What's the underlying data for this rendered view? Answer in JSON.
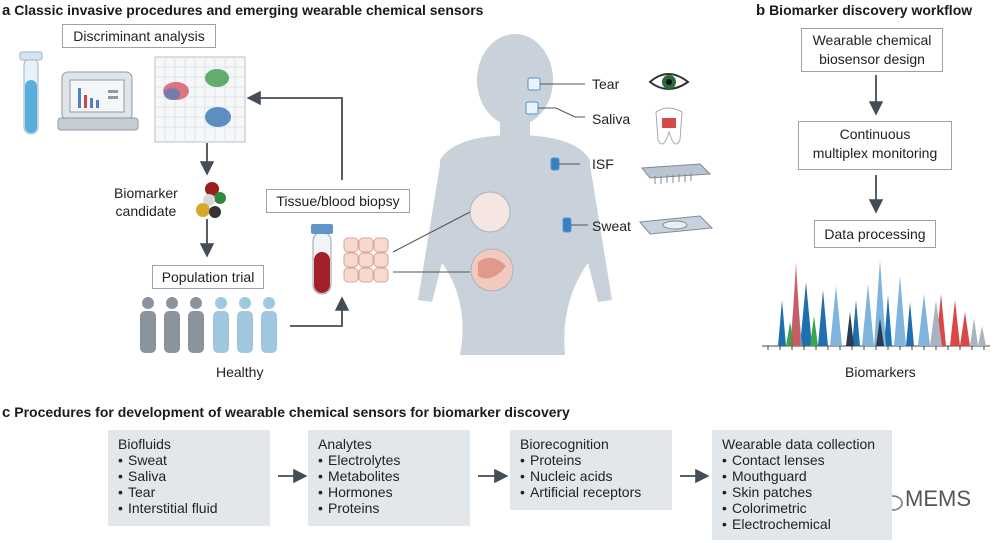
{
  "panel_a": {
    "letter": "a",
    "title": "Classic invasive procedures and emerging wearable chemical sensors",
    "discriminant": "Discriminant analysis",
    "biomarker_candidate": "Biomarker\ncandidate",
    "population_trial": "Population trial",
    "healthy": "Healthy",
    "biopsy": "Tissue/blood biopsy",
    "body_labels": [
      "Tear",
      "Saliva",
      "ISF",
      "Sweat"
    ]
  },
  "panel_b": {
    "letter": "b",
    "title": "Biomarker discovery workflow",
    "steps": [
      "Wearable chemical\nbiosensor design",
      "Continuous\nmultiplex monitoring",
      "Data processing"
    ],
    "axis_label": "Biomarkers"
  },
  "panel_c": {
    "letter": "c",
    "title": "Procedures for development of wearable chemical sensors for biomarker discovery",
    "columns": [
      {
        "heading": "Biofluids",
        "items": [
          "Sweat",
          "Saliva",
          "Tear",
          "Interstitial fluid"
        ]
      },
      {
        "heading": "Analytes",
        "items": [
          "Electrolytes",
          "Metabolites",
          "Hormones",
          "Proteins"
        ]
      },
      {
        "heading": "Biorecognition",
        "items": [
          "Proteins",
          "Nucleic acids",
          "Artificial receptors"
        ]
      },
      {
        "heading": "Wearable data collection",
        "items": [
          "Contact lenses",
          "Mouthguard",
          "Skin patches",
          "Colorimetric",
          "Electrochemical"
        ]
      }
    ]
  },
  "watermark": "MEMS",
  "colors": {
    "panel_bg": "#e2e7ec",
    "silhouette": "#c9d1da",
    "arrow": "#444c57",
    "people_light": "#9fc8e0",
    "people_dark": "#8b939c"
  }
}
